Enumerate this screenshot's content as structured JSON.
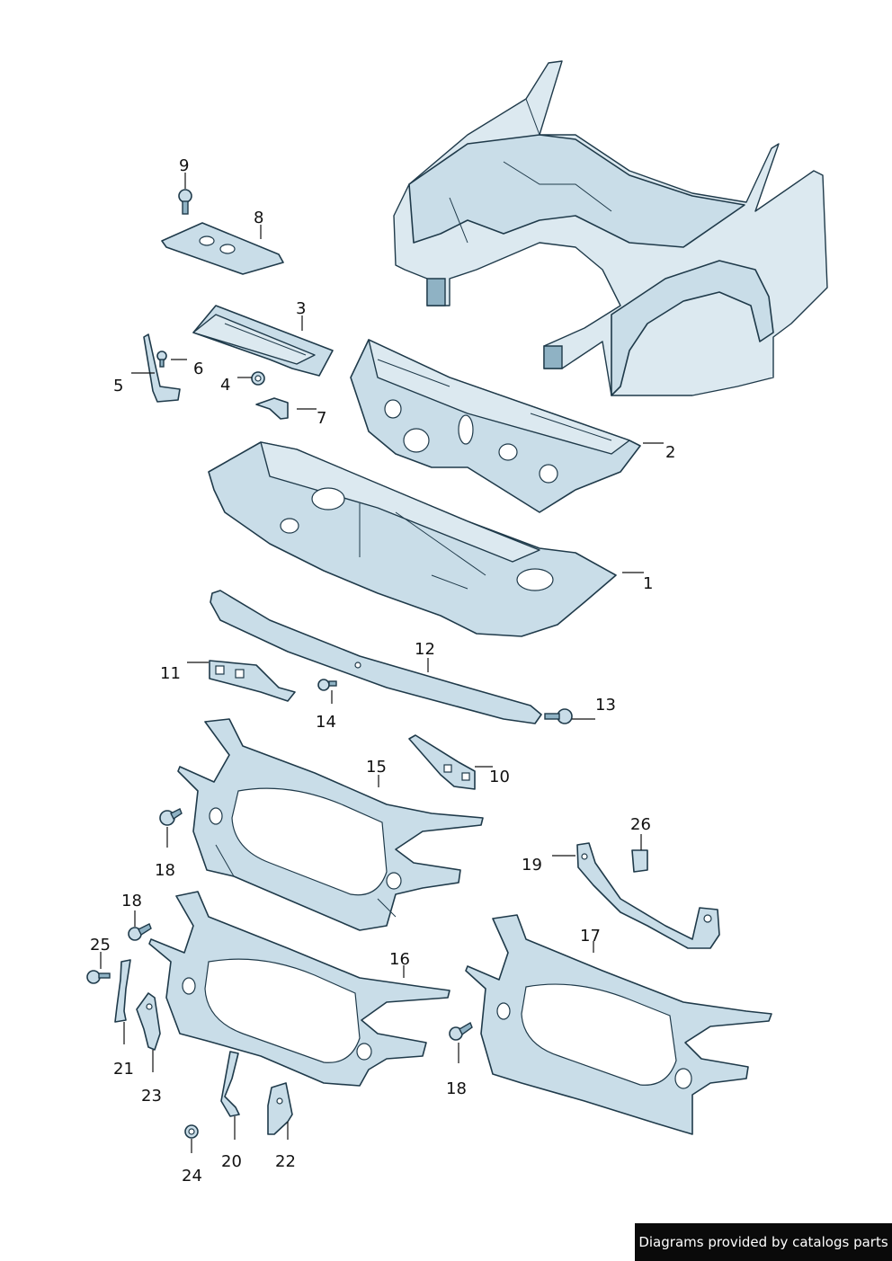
{
  "callouts": {
    "c1": "1",
    "c2": "2",
    "c3": "3",
    "c4": "4",
    "c5": "5",
    "c6": "6",
    "c7": "7",
    "c8": "8",
    "c9": "9",
    "c10": "10",
    "c11": "11",
    "c12": "12",
    "c13": "13",
    "c14": "14",
    "c15": "15",
    "c16": "16",
    "c17": "17",
    "c18": "18",
    "c19": "19",
    "c20": "20",
    "c21": "21",
    "c22": "22",
    "c23": "23",
    "c24": "24",
    "c25": "25",
    "c26": "26"
  },
  "footer": {
    "text": "Diagrams provided by catalogs parts"
  }
}
